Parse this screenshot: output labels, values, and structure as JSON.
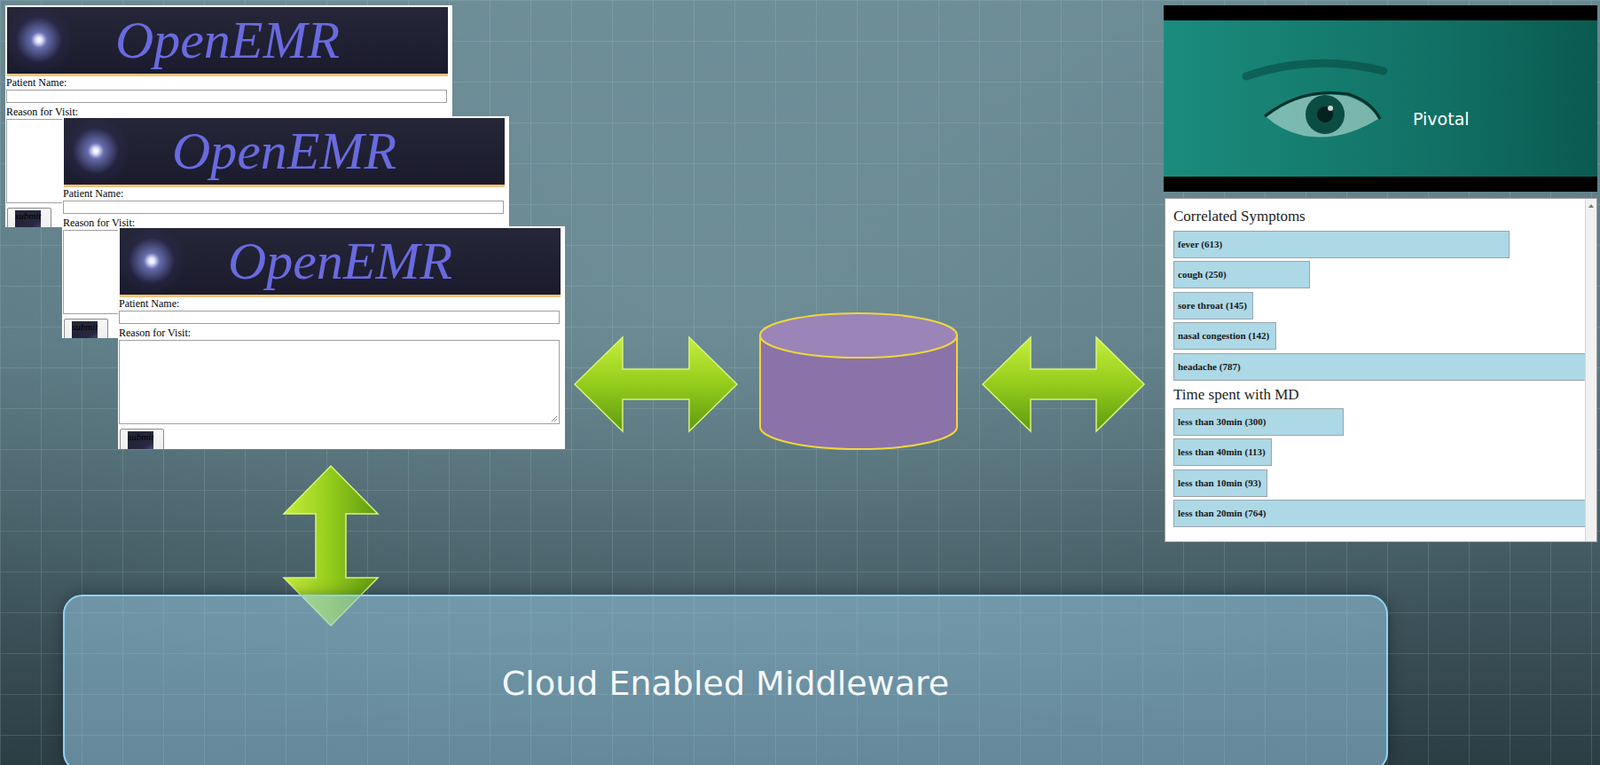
{
  "diagram": {
    "nodes": [
      {
        "text": [
          "OpenEMR",
          "Patient Name:",
          "Reason for Visit:"
        ]
      },
      {
        "text": [
          "submit"
        ],
        "in": 0
      },
      {
        "text": [
          "OpenEMR",
          "Patient Name:",
          "Reason for Visit:"
        ]
      },
      {
        "text": [
          "submit"
        ],
        "in": 2
      },
      {
        "text": [
          "OpenEMR",
          "Patient Name:",
          "Reason for Visit:"
        ]
      },
      {
        "text": [
          "submit"
        ],
        "in": 4
      },
      {
        "text": [
          "Pivotal"
        ]
      },
      {
        "text": [
          "Correlated Symptoms",
          "Time spent with MD"
        ]
      },
      {
        "text": [
          "fever (613)"
        ],
        "in": 7
      },
      {
        "text": [
          "cough (250)"
        ],
        "in": 7
      },
      {
        "text": [
          "sore throat (145)"
        ],
        "in": 7
      },
      {
        "text": [
          "nasal congestion (142)"
        ],
        "in": 7
      },
      {
        "text": [
          "headache (787)"
        ],
        "in": 7
      },
      {
        "text": [
          "less than 30min (300)"
        ],
        "in": 7
      },
      {
        "text": [
          "less than 40min (113)"
        ],
        "in": 7
      },
      {
        "text": [
          "less than 10min (93)"
        ],
        "in": 7
      },
      {
        "text": [
          "less than 20min (764)"
        ],
        "in": 7
      },
      {
        "text": [
          "Cloud Enabled Middleware"
        ]
      }
    ],
    "edges": [
      {
        "from": 4,
        "to": 17,
        "arrow": "both"
      }
    ]
  }
}
